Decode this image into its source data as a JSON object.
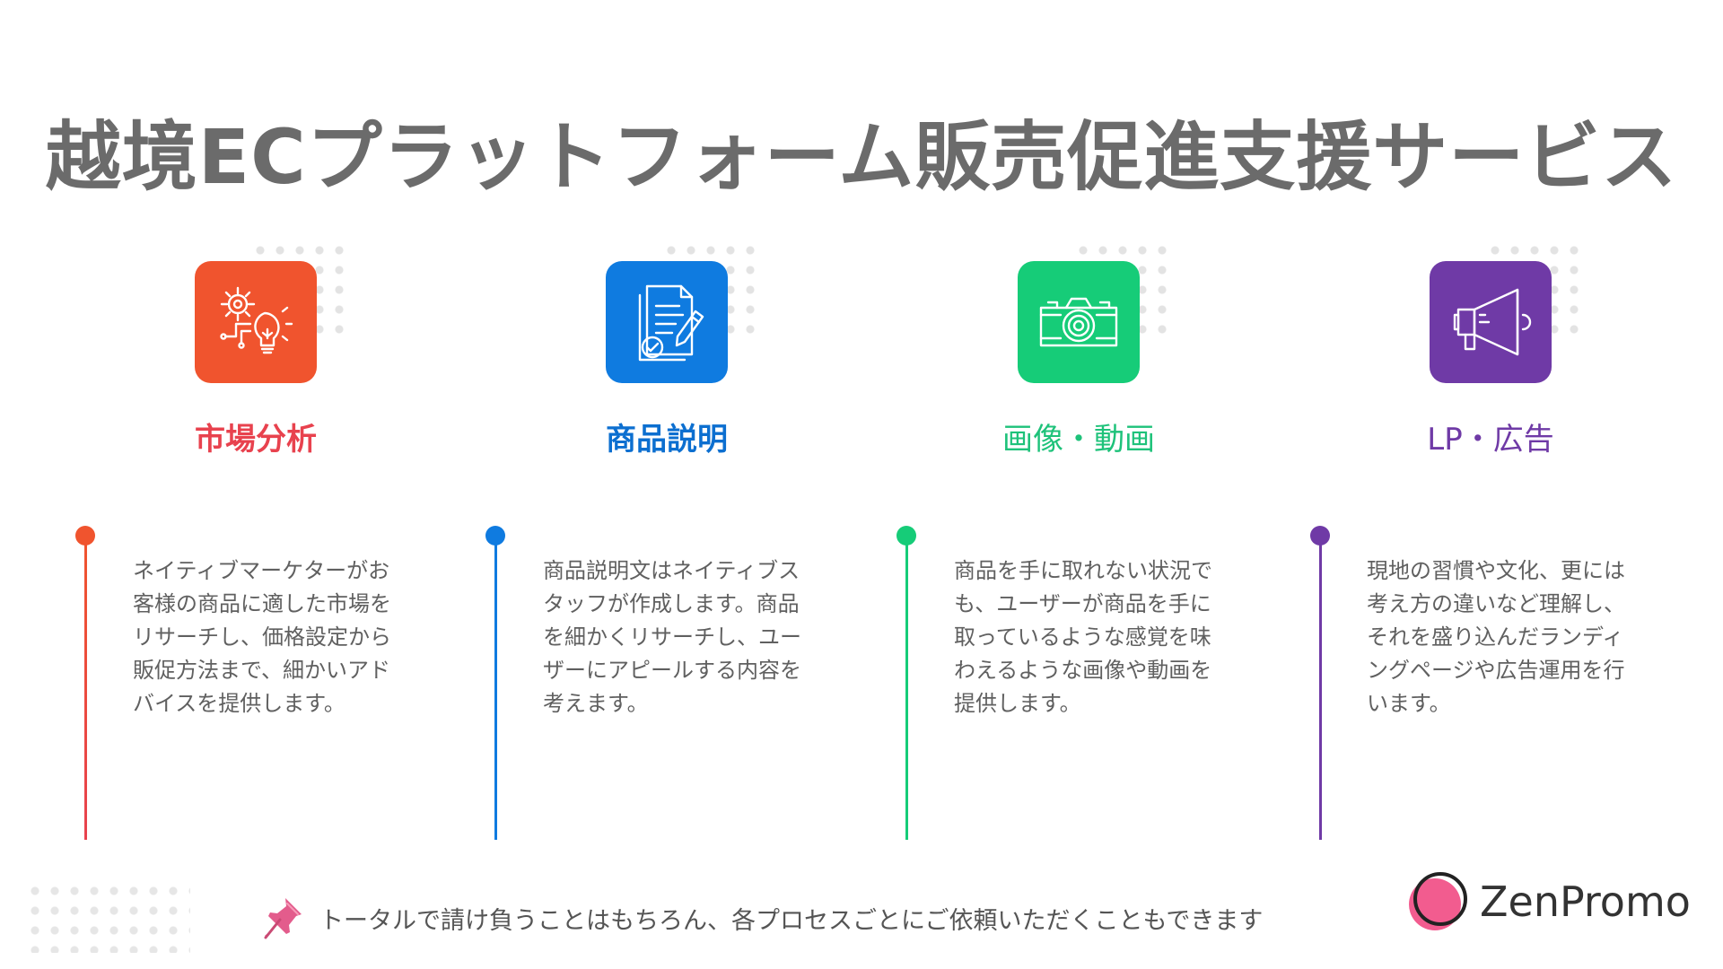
{
  "title": "越境ECプラットフォーム販売促進支援サービス",
  "columns": [
    {
      "title": "市場分析",
      "icon": "gear-lightbulb-icon",
      "color": "#f0542e",
      "title_color": "#e8424e",
      "description": "ネイティブマーケターがお客様の商品に適した市場をリサーチし、価格設定から販促方法まで、細かいアドバイスを提供します。"
    },
    {
      "title": "商品説明",
      "icon": "document-check-pen-icon",
      "color": "#0f7be0",
      "title_color": "#0c6fd0",
      "description": "商品説明文はネイティブスタッフが作成します。商品を細かくリサーチし、ユーザーにアピールする内容を考えます。"
    },
    {
      "title": "画像・動画",
      "icon": "camera-icon",
      "color": "#16cc78",
      "title_color": "#1ec27a",
      "description": "商品を手に取れない状況でも、ユーザーが商品を手に取っているような感覚を味わえるような画像や動画を提供します。"
    },
    {
      "title": "LP・広告",
      "icon": "megaphone-icon",
      "color": "#6f3aa6",
      "title_color": "#6f3aa6",
      "description": "現地の習慣や文化、更には考え方の違いなど理解し、それを盛り込んだランディングページや広告運用を行います。"
    }
  ],
  "footer": {
    "icon": "pushpin-icon",
    "text": "トータルで請け負うことはもちろん、各プロセスごとにご依頼いただくこともできます"
  },
  "logo": {
    "text": "ZenPromo",
    "colors": [
      "#f25c8f",
      "#222222"
    ]
  }
}
